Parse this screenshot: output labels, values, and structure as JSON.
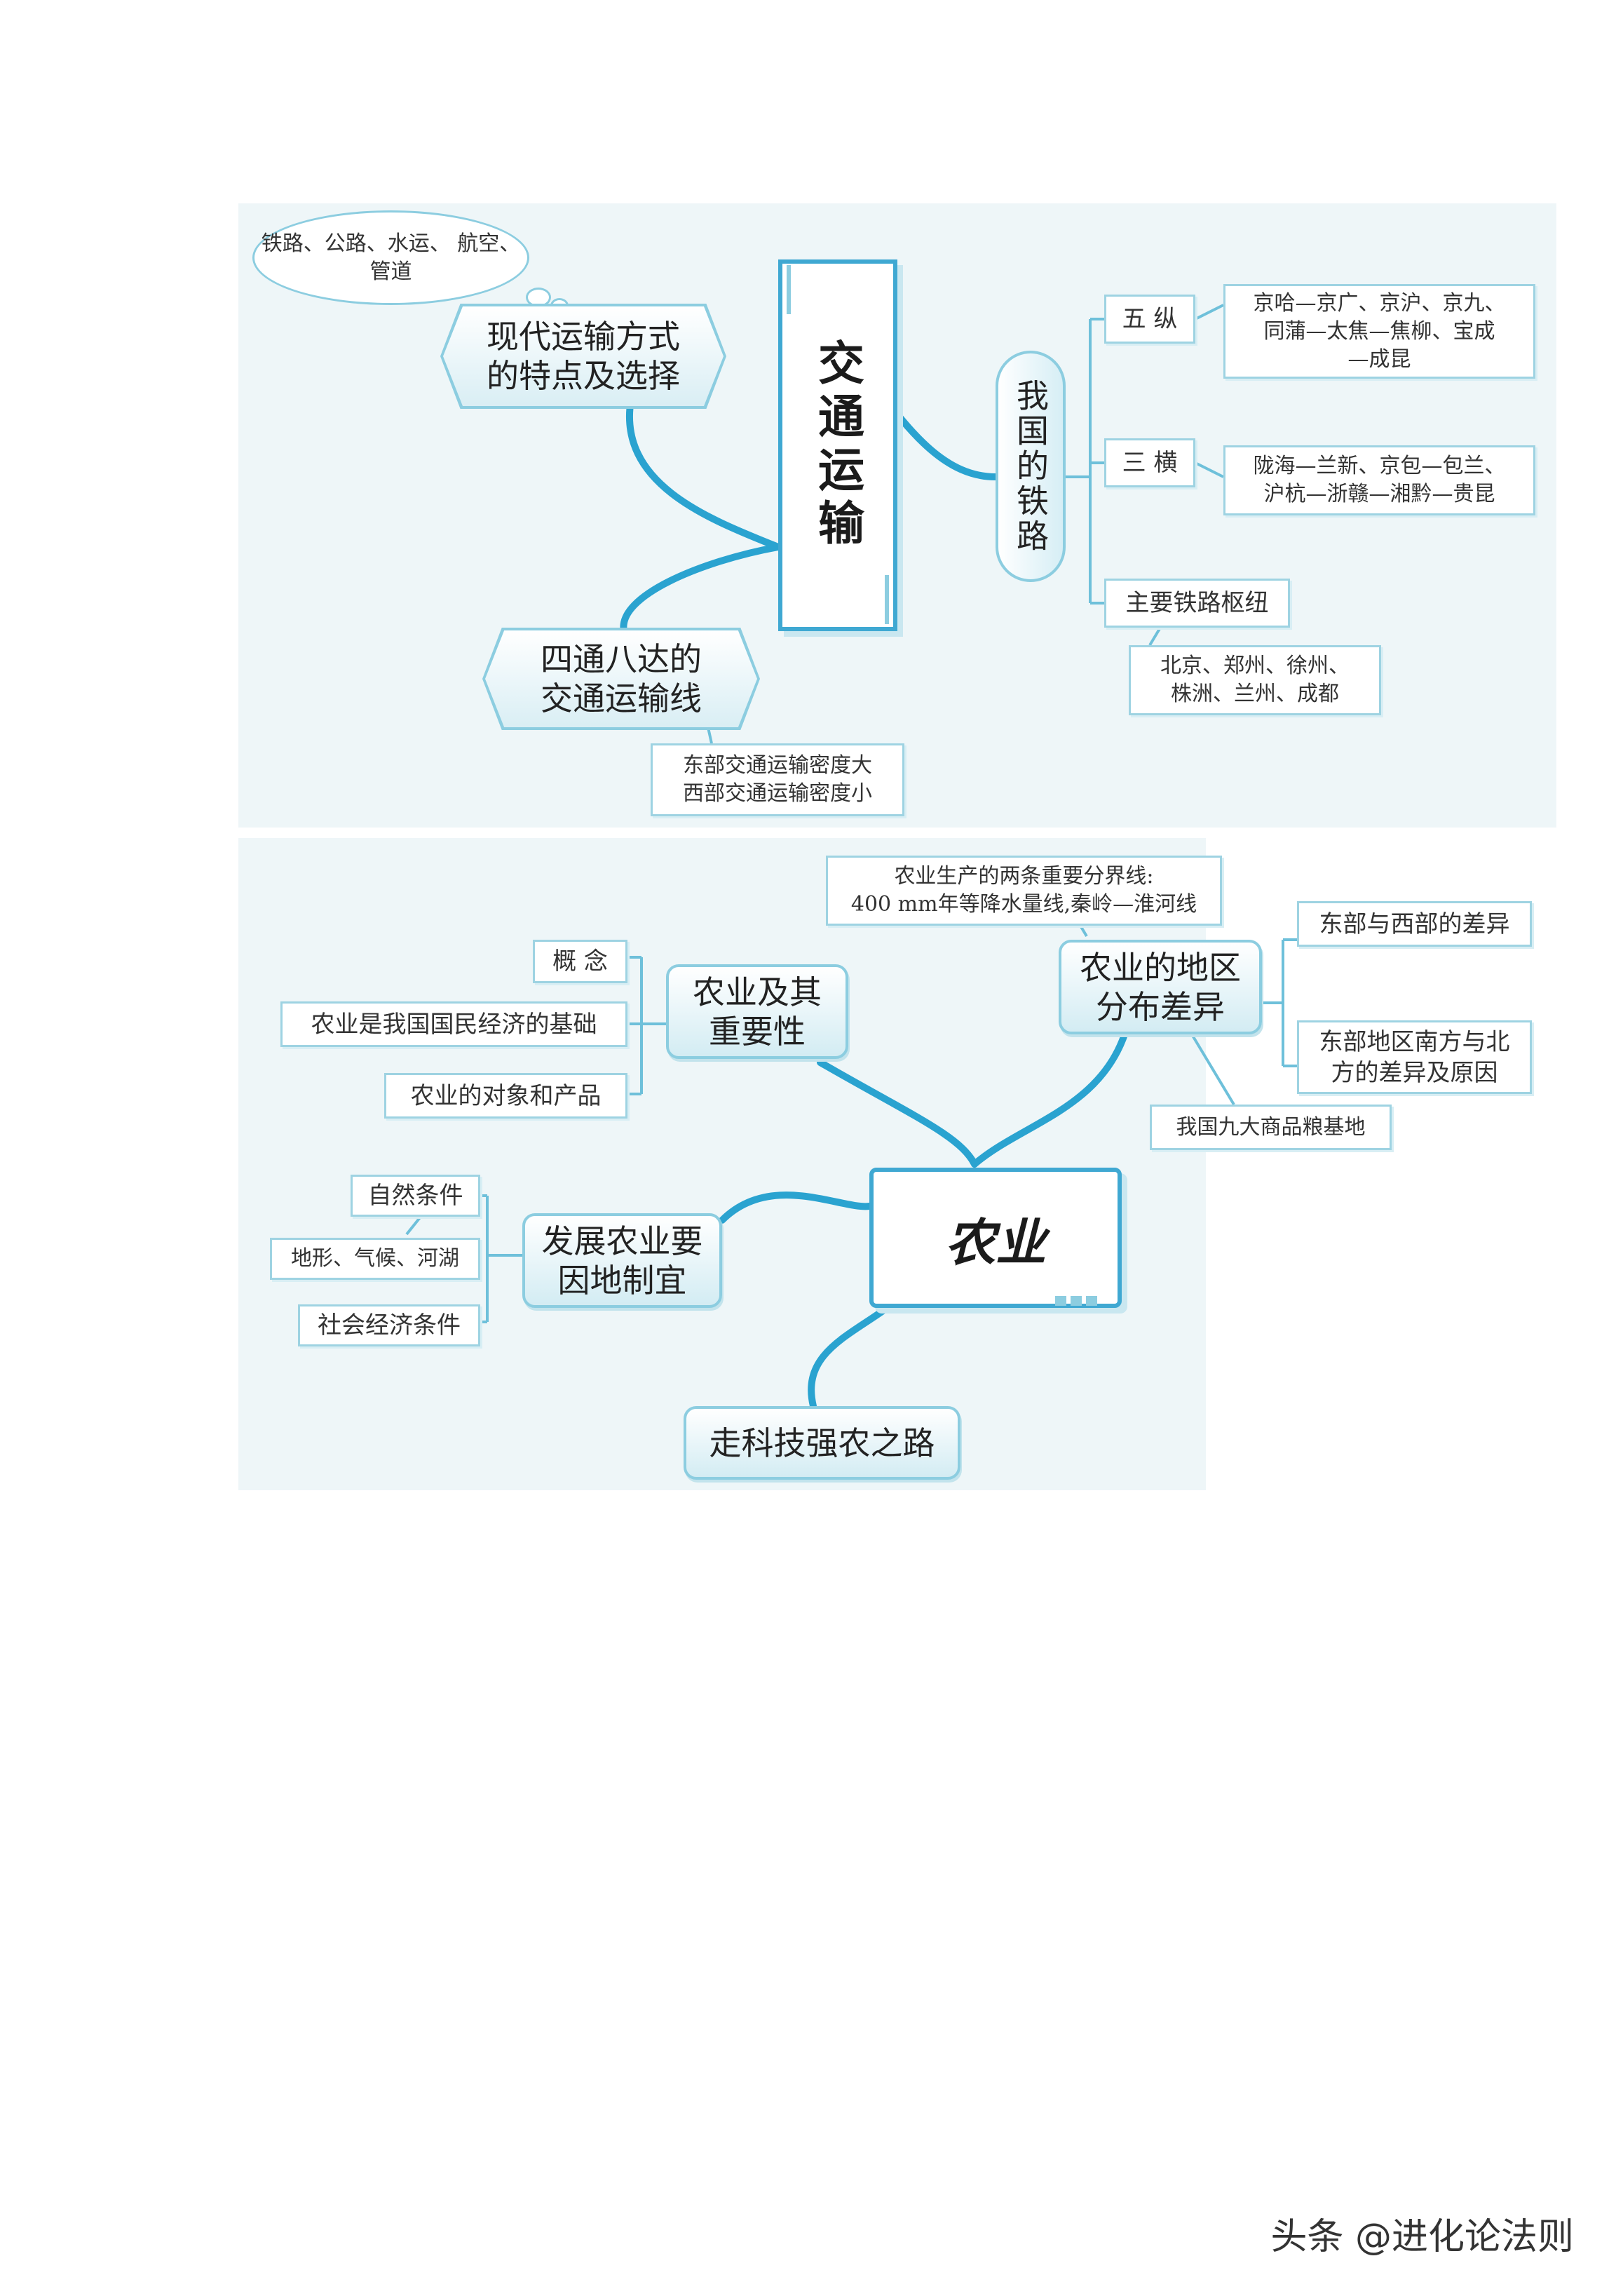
{
  "transport": {
    "title": "交通运输",
    "modern_modes": {
      "label": "现代运输方式\n的特点及选择",
      "note": "铁路、公路、水运、\n航空、管道"
    },
    "network": {
      "label": "四通八达的\n交通运输线",
      "note": "东部交通运输密度大\n西部交通运输密度小"
    },
    "railways": {
      "label": "我国的铁路",
      "five_vertical": {
        "label": "五  纵",
        "detail": "京哈—京广、京沪、京九、\n同蒲—太焦—焦柳、宝成\n—成昆"
      },
      "three_horizontal": {
        "label": "三  横",
        "detail": "陇海—兰新、京包—包兰、\n沪杭—浙赣—湘黔—贵昆"
      },
      "hubs": {
        "label": "主要铁路枢纽",
        "detail": "北京、郑州、徐州、\n株洲、兰州、成都"
      }
    }
  },
  "agriculture": {
    "title": "农业",
    "importance": {
      "label": "农业及其\n重要性",
      "items": [
        "概  念",
        "农业是我国国民经济的基础",
        "农业的对象和产品"
      ]
    },
    "distribution": {
      "label": "农业的地区\n分布差异",
      "boundary_note": "农业生产的两条重要分界线:\n400 mm年等降水量线,秦岭—淮河线",
      "items": [
        "东部与西部的差异",
        "东部地区南方与北\n方的差异及原因",
        "我国九大商品粮基地"
      ]
    },
    "local_conditions": {
      "label": "发展农业要\n因地制宜",
      "natural": "自然条件",
      "natural_detail": "地形、气候、河湖",
      "social": "社会经济条件"
    },
    "technology": {
      "label": "走科技强农之路"
    }
  },
  "watermark": "头条 @进化论法则",
  "colors": {
    "link": "#2aa3d0",
    "panel": "#eef6f8",
    "border": "#8ccde0"
  }
}
